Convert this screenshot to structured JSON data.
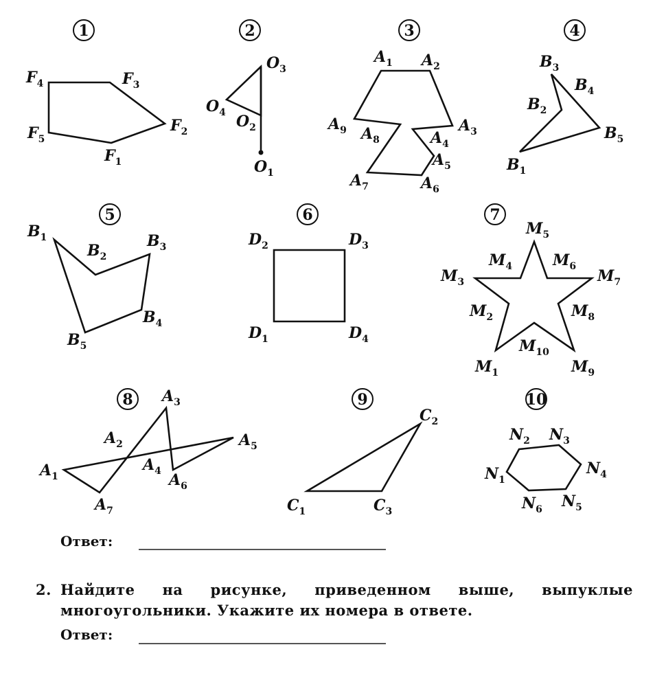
{
  "figures": [
    {
      "number": "1",
      "vertices": [
        {
          "letter": "F",
          "sub": "1"
        },
        {
          "letter": "F",
          "sub": "2"
        },
        {
          "letter": "F",
          "sub": "3"
        },
        {
          "letter": "F",
          "sub": "4"
        },
        {
          "letter": "F",
          "sub": "5"
        }
      ]
    },
    {
      "number": "2",
      "vertices": [
        {
          "letter": "O",
          "sub": "1"
        },
        {
          "letter": "O",
          "sub": "2"
        },
        {
          "letter": "O",
          "sub": "3"
        },
        {
          "letter": "O",
          "sub": "4"
        }
      ]
    },
    {
      "number": "3",
      "vertices": [
        {
          "letter": "A",
          "sub": "1"
        },
        {
          "letter": "A",
          "sub": "2"
        },
        {
          "letter": "A",
          "sub": "3"
        },
        {
          "letter": "A",
          "sub": "4"
        },
        {
          "letter": "A",
          "sub": "5"
        },
        {
          "letter": "A",
          "sub": "6"
        },
        {
          "letter": "A",
          "sub": "7"
        },
        {
          "letter": "A",
          "sub": "8"
        },
        {
          "letter": "A",
          "sub": "9"
        }
      ]
    },
    {
      "number": "4",
      "vertices": [
        {
          "letter": "B",
          "sub": "1"
        },
        {
          "letter": "B",
          "sub": "2"
        },
        {
          "letter": "B",
          "sub": "3"
        },
        {
          "letter": "B",
          "sub": "4"
        },
        {
          "letter": "B",
          "sub": "5"
        }
      ]
    },
    {
      "number": "5",
      "vertices": [
        {
          "letter": "B",
          "sub": "1"
        },
        {
          "letter": "B",
          "sub": "2"
        },
        {
          "letter": "B",
          "sub": "3"
        },
        {
          "letter": "B",
          "sub": "4"
        },
        {
          "letter": "B",
          "sub": "5"
        }
      ]
    },
    {
      "number": "6",
      "vertices": [
        {
          "letter": "D",
          "sub": "1"
        },
        {
          "letter": "D",
          "sub": "2"
        },
        {
          "letter": "D",
          "sub": "3"
        },
        {
          "letter": "D",
          "sub": "4"
        }
      ]
    },
    {
      "number": "7",
      "vertices": [
        {
          "letter": "M",
          "sub": "1"
        },
        {
          "letter": "M",
          "sub": "2"
        },
        {
          "letter": "M",
          "sub": "3"
        },
        {
          "letter": "M",
          "sub": "4"
        },
        {
          "letter": "M",
          "sub": "5"
        },
        {
          "letter": "M",
          "sub": "6"
        },
        {
          "letter": "M",
          "sub": "7"
        },
        {
          "letter": "M",
          "sub": "8"
        },
        {
          "letter": "M",
          "sub": "9"
        },
        {
          "letter": "M",
          "sub": "10"
        }
      ]
    },
    {
      "number": "8",
      "vertices": [
        {
          "letter": "A",
          "sub": "1"
        },
        {
          "letter": "A",
          "sub": "2"
        },
        {
          "letter": "A",
          "sub": "3"
        },
        {
          "letter": "A",
          "sub": "4"
        },
        {
          "letter": "A",
          "sub": "5"
        },
        {
          "letter": "A",
          "sub": "6"
        },
        {
          "letter": "A",
          "sub": "7"
        }
      ]
    },
    {
      "number": "9",
      "vertices": [
        {
          "letter": "C",
          "sub": "1"
        },
        {
          "letter": "C",
          "sub": "2"
        },
        {
          "letter": "C",
          "sub": "3"
        }
      ]
    },
    {
      "number": "10",
      "vertices": [
        {
          "letter": "N",
          "sub": "1"
        },
        {
          "letter": "N",
          "sub": "2"
        },
        {
          "letter": "N",
          "sub": "3"
        },
        {
          "letter": "N",
          "sub": "4"
        },
        {
          "letter": "N",
          "sub": "5"
        },
        {
          "letter": "N",
          "sub": "6"
        }
      ]
    }
  ],
  "answer1": {
    "label": "Ответ:"
  },
  "task2": {
    "number": "2.",
    "text": "Найдите на рисунке, приведенном выше, выпуклые многоугольники. Укажите их номера в ответе."
  },
  "answer2": {
    "label": "Ответ:"
  },
  "colors": {
    "ink": "#111111",
    "background": "#ffffff"
  }
}
